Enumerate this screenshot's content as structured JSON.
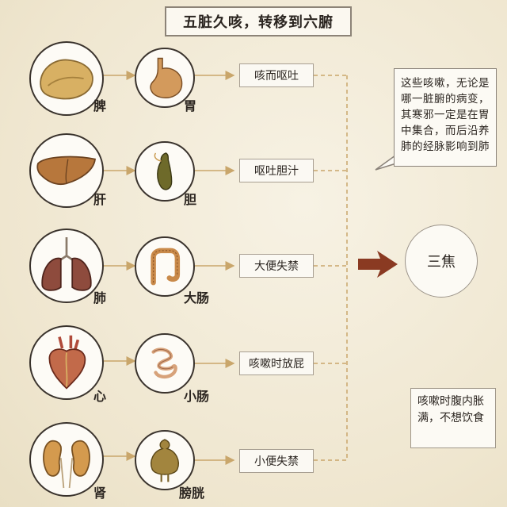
{
  "title": "五脏久咳，转移到六腑",
  "rows": [
    {
      "zang": "脾",
      "fu": "胃",
      "symptom": "咳而呕吐",
      "zang_icon": "spleen-icon",
      "fu_icon": "stomach-icon"
    },
    {
      "zang": "肝",
      "fu": "胆",
      "symptom": "呕吐胆汁",
      "zang_icon": "liver-icon",
      "fu_icon": "gallbladder-icon"
    },
    {
      "zang": "肺",
      "fu": "大肠",
      "symptom": "大便失禁",
      "zang_icon": "lungs-icon",
      "fu_icon": "large-intestine-icon"
    },
    {
      "zang": "心",
      "fu": "小肠",
      "symptom": "咳嗽时放屁",
      "zang_icon": "heart-icon",
      "fu_icon": "small-intestine-icon"
    },
    {
      "zang": "肾",
      "fu": "膀胱",
      "symptom": "小便失禁",
      "zang_icon": "kidneys-icon",
      "fu_icon": "bladder-icon"
    }
  ],
  "callout": "这些咳嗽，无论是哪一脏腑的病变，其寒邪一定是在胃中集合，而后沿养肺的经脉影响到肺",
  "target": "三焦",
  "side_note": "咳嗽时腹内胀满，不想饮食",
  "colors": {
    "organ": "#c99a4f",
    "arrow": "#8a3a22",
    "line": "#c9a66b"
  }
}
